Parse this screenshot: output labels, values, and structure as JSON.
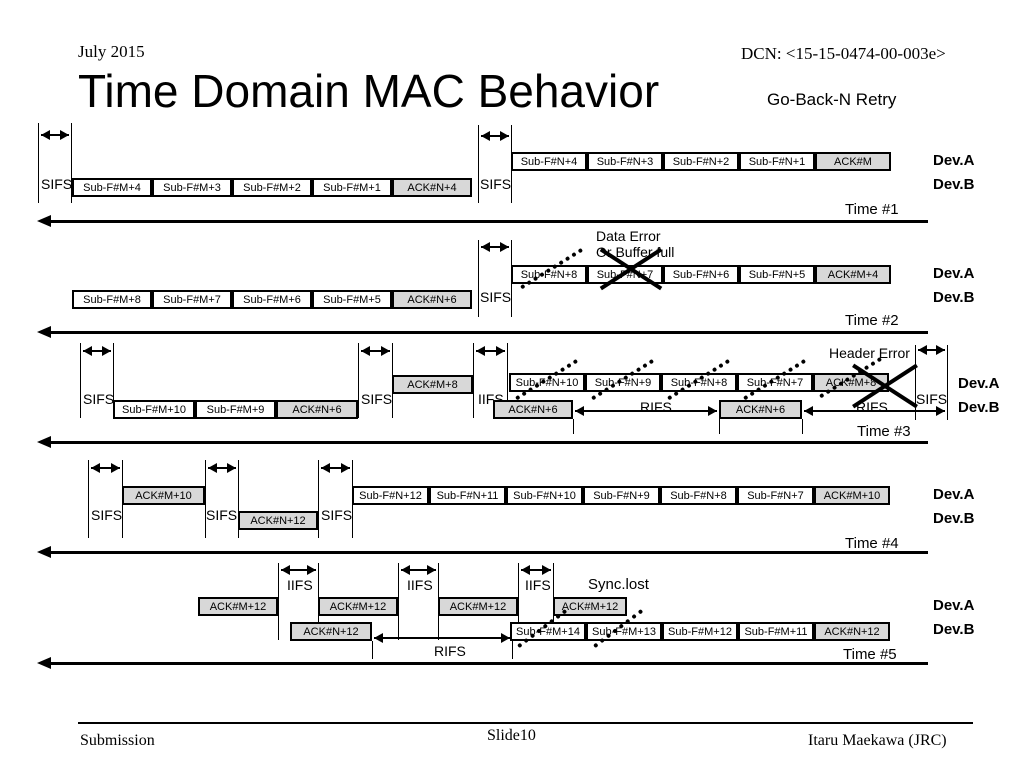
{
  "header": {
    "date": "July 2015",
    "dcn": "DCN: <15-15-0474-00-003e>",
    "title": "Time Domain MAC Behavior",
    "subtitle": "Go-Back-N Retry"
  },
  "labels": {
    "sifs": "SIFS",
    "iifs": "IIFS",
    "rifs": "RIFS",
    "dev_a": "Dev.A",
    "dev_b": "Dev.B"
  },
  "colors": {
    "ack_fill": "#d8d8d8",
    "line": "#000000"
  },
  "rows": [
    {
      "time": "Time #1",
      "dev_a": [
        "Sub-F#N+4",
        "Sub-F#N+3",
        "Sub-F#N+2",
        "Sub-F#N+1",
        "ACK#M"
      ],
      "dev_b": [
        "Sub-F#M+4",
        "Sub-F#M+3",
        "Sub-F#M+2",
        "Sub-F#M+1",
        "ACK#N+4"
      ]
    },
    {
      "time": "Time #2",
      "note_line1": "Data Error",
      "note_line2": "Or Buffer full",
      "dev_a": [
        "Sub-F#N+8",
        "Sub-F#N+7",
        "Sub-F#N+6",
        "Sub-F#N+5",
        "ACK#M+4"
      ],
      "dev_b": [
        "Sub-F#M+8",
        "Sub-F#M+7",
        "Sub-F#M+6",
        "Sub-F#M+5",
        "ACK#N+6"
      ]
    },
    {
      "time": "Time #3",
      "note": "Header Error",
      "dev_b_left": [
        "Sub-F#M+10",
        "Sub-F#M+9",
        "ACK#N+6"
      ],
      "ack_m8": "ACK#M+8",
      "dev_a": [
        "Sub-F#N+10",
        "Sub-F#N+9",
        "Sub-F#N+8",
        "Sub-F#N+7",
        "ACK#M+8"
      ],
      "ack_n6_a": "ACK#N+6",
      "ack_n6_b": "ACK#N+6"
    },
    {
      "time": "Time #4",
      "ack_m10": "ACK#M+10",
      "ack_n12": "ACK#N+12",
      "dev_a": [
        "Sub-F#N+12",
        "Sub-F#N+11",
        "Sub-F#N+10",
        "Sub-F#N+9",
        "Sub-F#N+8",
        "Sub-F#N+7",
        "ACK#M+10"
      ]
    },
    {
      "time": "Time #5",
      "note": "Sync.lost",
      "dev_a": [
        "ACK#M+12",
        "ACK#M+12",
        "ACK#M+12",
        "ACK#M+12"
      ],
      "ack_n12": "ACK#N+12",
      "dev_b": [
        "Sub-F#M+14",
        "Sub-F#M+13",
        "Sub-F#M+12",
        "Sub-F#M+11",
        "ACK#N+12"
      ]
    }
  ],
  "footer": {
    "left": "Submission",
    "center": "Slide10",
    "right": "Itaru Maekawa (JRC)"
  }
}
